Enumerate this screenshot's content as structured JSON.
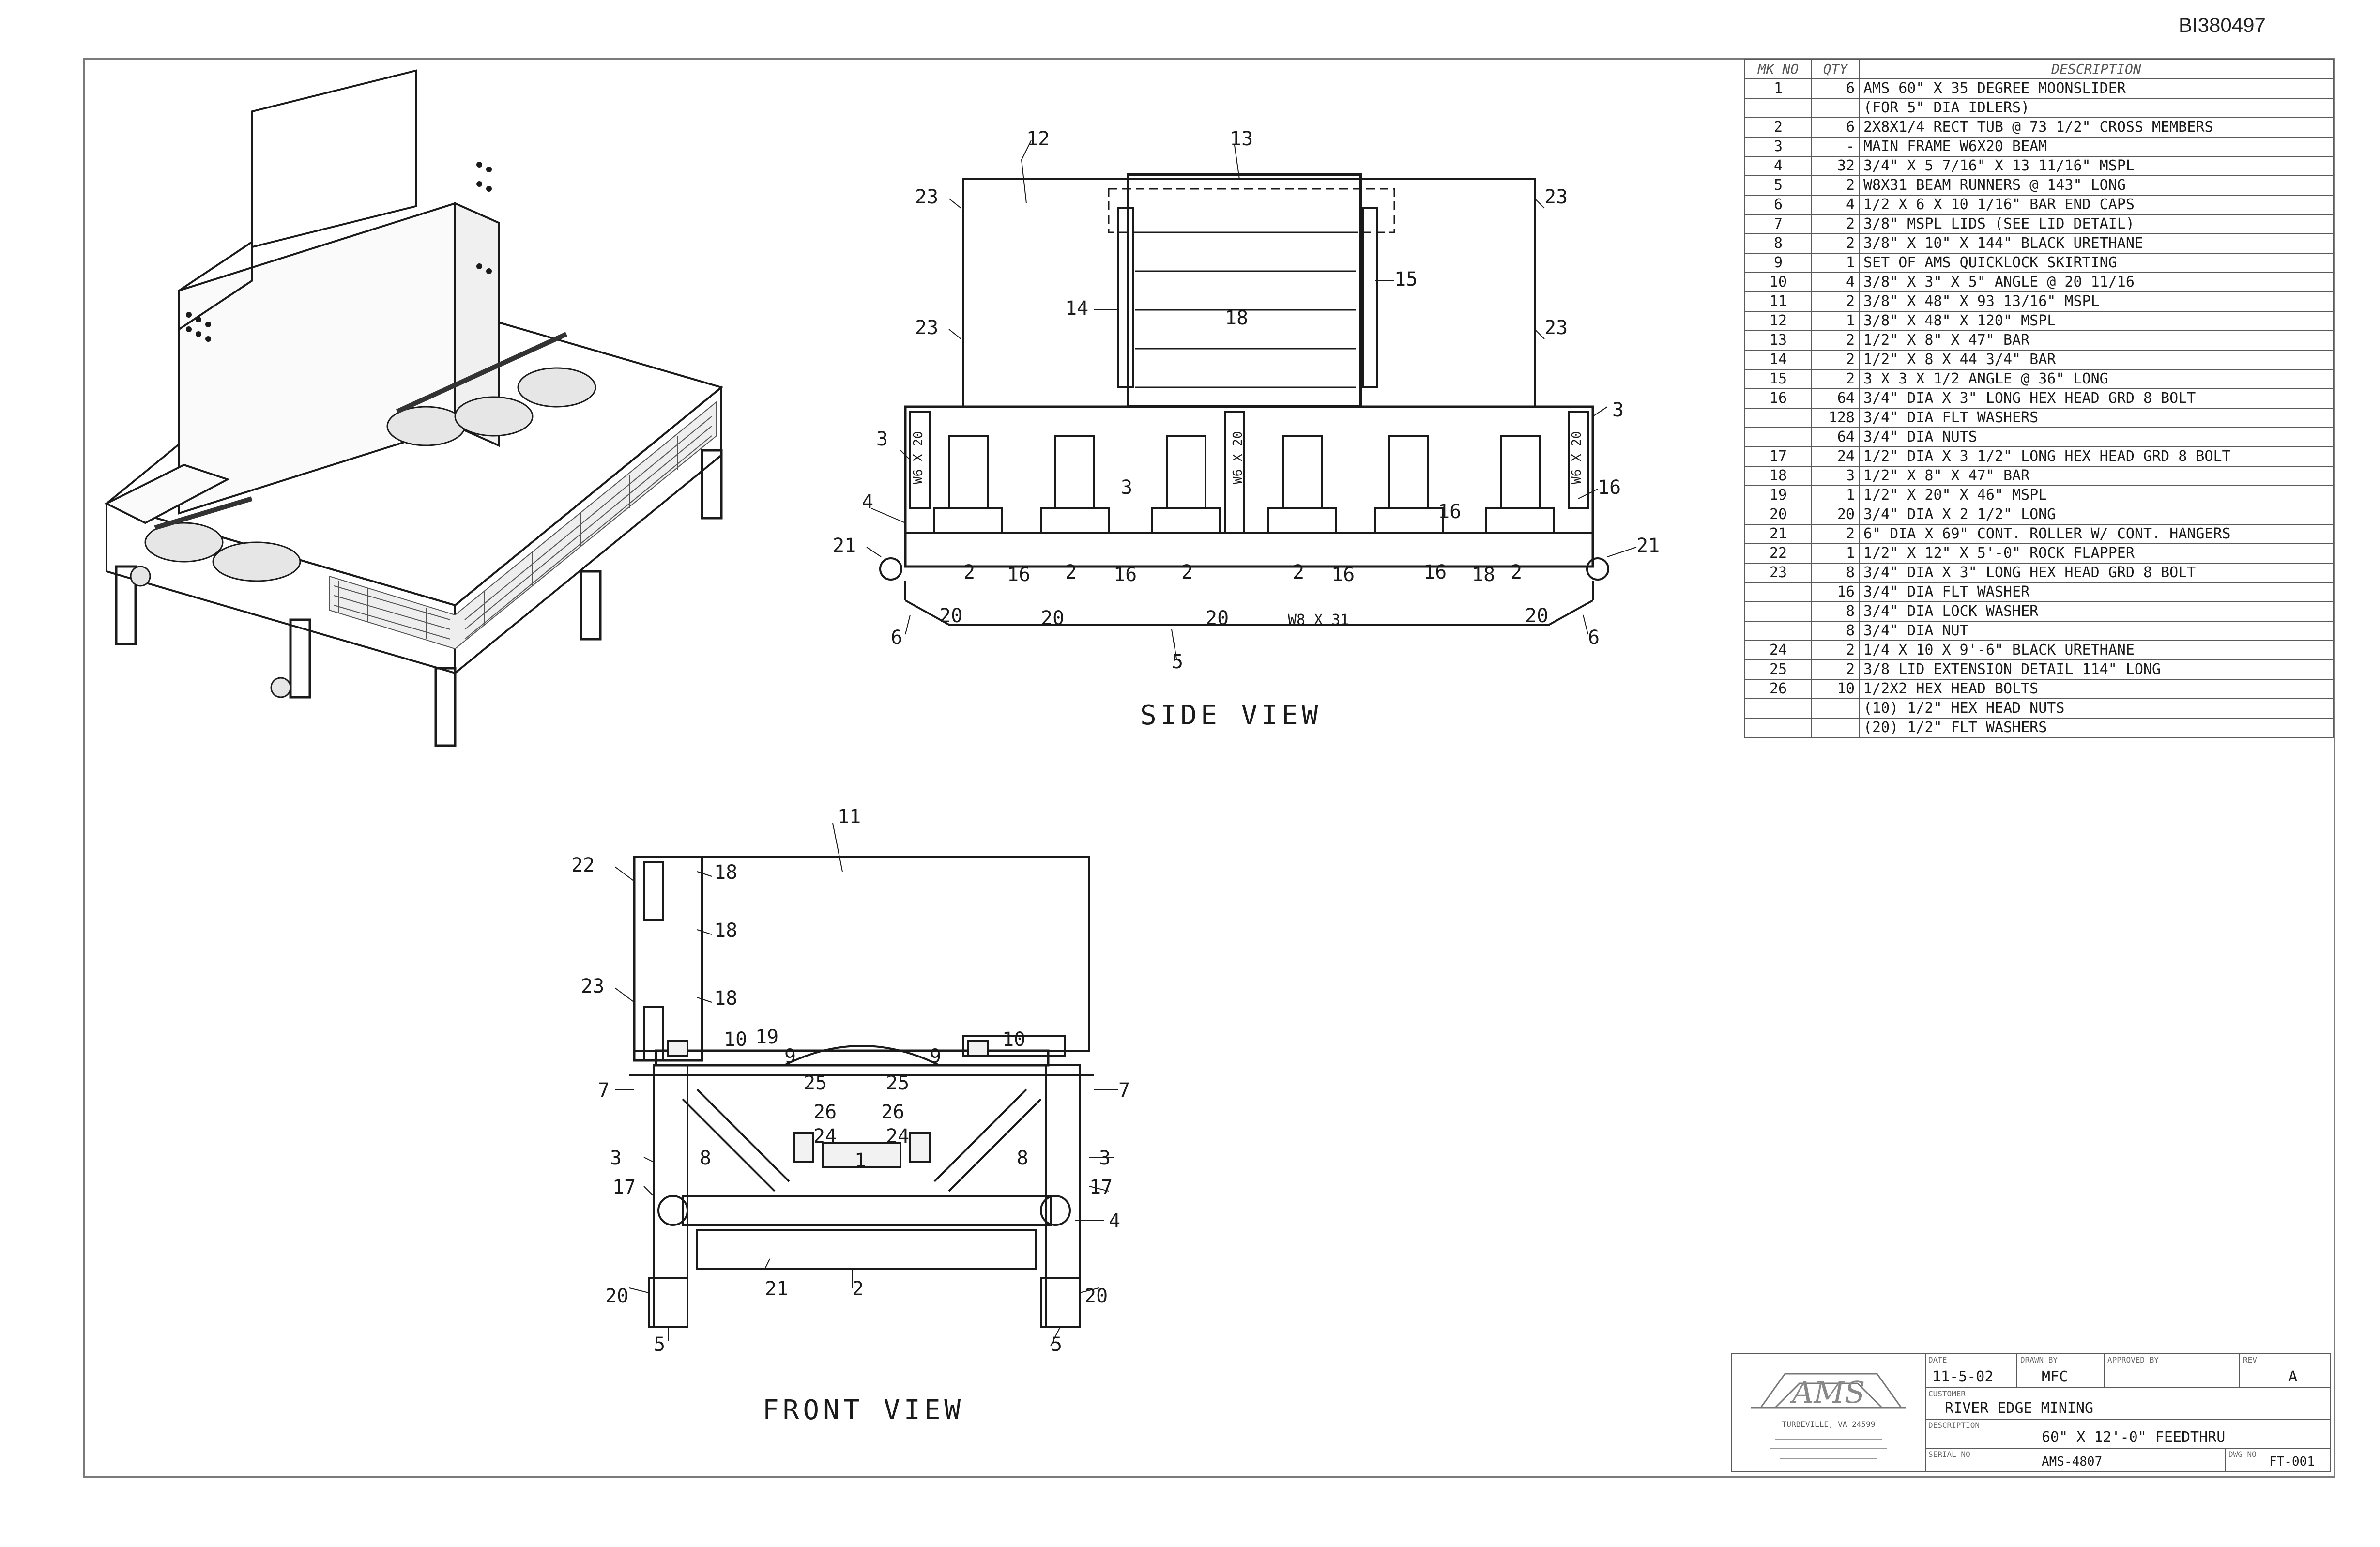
{
  "doc_id": "BI380497",
  "views": {
    "side_title": "SIDE VIEW",
    "front_title": "FRONT VIEW"
  },
  "side_view_callouts": [
    "12",
    "13",
    "23",
    "23",
    "23",
    "23",
    "14",
    "18",
    "15",
    "3",
    "3",
    "3",
    "4",
    "16",
    "16",
    "21",
    "21",
    "2",
    "16",
    "2",
    "16",
    "2",
    "16",
    "2",
    "16",
    "18",
    "2",
    "20",
    "20",
    "20",
    "20",
    "6",
    "6",
    "5",
    "W6 X 20",
    "W6 X 20",
    "W6 X 20",
    "W8 X 31"
  ],
  "front_view_callouts": [
    "11",
    "22",
    "18",
    "18",
    "18",
    "23",
    "7",
    "7",
    "10",
    "19",
    "9",
    "9",
    "10",
    "25",
    "25",
    "26",
    "26",
    "24",
    "24",
    "8",
    "8",
    "1",
    "3",
    "3",
    "17",
    "17",
    "4",
    "21",
    "2",
    "20",
    "20",
    "5",
    "5"
  ],
  "bom": {
    "headers": [
      "MK NO",
      "QTY",
      "DESCRIPTION"
    ],
    "rows": [
      [
        "1",
        "6",
        "AMS 60\" X 35 DEGREE MOONSLIDER"
      ],
      [
        "",
        "",
        "(FOR 5\" DIA IDLERS)"
      ],
      [
        "2",
        "6",
        "2X8X1/4 RECT TUB @ 73 1/2\" CROSS MEMBERS"
      ],
      [
        "3",
        "-",
        "MAIN FRAME W6X20 BEAM"
      ],
      [
        "4",
        "32",
        "3/4\" X 5 7/16\" X 13 11/16\" MSPL"
      ],
      [
        "5",
        "2",
        "W8X31 BEAM RUNNERS @ 143\" LONG"
      ],
      [
        "6",
        "4",
        "1/2 X 6 X 10 1/16\" BAR END CAPS"
      ],
      [
        "7",
        "2",
        "3/8\" MSPL LIDS (SEE LID DETAIL)"
      ],
      [
        "8",
        "2",
        "3/8\" X 10\" X 144\" BLACK URETHANE"
      ],
      [
        "9",
        "1",
        "SET OF AMS QUICKLOCK SKIRTING"
      ],
      [
        "10",
        "4",
        "3/8\" X 3\" X 5\" ANGLE @ 20 11/16"
      ],
      [
        "11",
        "2",
        "3/8\" X 48\" X 93 13/16\" MSPL"
      ],
      [
        "12",
        "1",
        "3/8\" X 48\" X 120\" MSPL"
      ],
      [
        "13",
        "2",
        "1/2\" X 8\" X 47\" BAR"
      ],
      [
        "14",
        "2",
        "1/2\" X 8 X 44 3/4\" BAR"
      ],
      [
        "15",
        "2",
        "3 X 3 X 1/2 ANGLE @ 36\" LONG"
      ],
      [
        "16",
        "64",
        "3/4\" DIA X 3\" LONG HEX HEAD GRD 8 BOLT"
      ],
      [
        "",
        "128",
        "3/4\" DIA FLT WASHERS"
      ],
      [
        "",
        "64",
        "3/4\" DIA NUTS"
      ],
      [
        "17",
        "24",
        "1/2\" DIA X 3 1/2\" LONG HEX HEAD GRD 8 BOLT"
      ],
      [
        "18",
        "3",
        "1/2\" X 8\" X 47\" BAR"
      ],
      [
        "19",
        "1",
        "1/2\" X 20\" X 46\" MSPL"
      ],
      [
        "20",
        "20",
        "3/4\" DIA X 2 1/2\" LONG"
      ],
      [
        "21",
        "2",
        "6\" DIA X 69\" CONT. ROLLER W/ CONT. HANGERS"
      ],
      [
        "22",
        "1",
        "1/2\" X 12\" X 5'-0\" ROCK FLAPPER"
      ],
      [
        "23",
        "8",
        "3/4\" DIA X 3\" LONG HEX HEAD GRD 8 BOLT"
      ],
      [
        "",
        "16",
        "3/4\" DIA FLT WASHER"
      ],
      [
        "",
        "8",
        "3/4\" DIA LOCK WASHER"
      ],
      [
        "",
        "8",
        "3/4\" DIA NUT"
      ],
      [
        "24",
        "2",
        "1/4 X 10 X 9'-6\" BLACK URETHANE"
      ],
      [
        "25",
        "2",
        "3/8 LID EXTENSION DETAIL 114\" LONG"
      ],
      [
        "26",
        "10",
        "1/2X2 HEX HEAD BOLTS"
      ],
      [
        "",
        "",
        "(10) 1/2\" HEX HEAD NUTS"
      ],
      [
        "",
        "",
        "(20) 1/2\" FLT WASHERS"
      ]
    ]
  },
  "title_block": {
    "logo_text": "AMS",
    "address": "TURBEVILLE, VA 24599",
    "date_caption": "DATE",
    "date": "11-5-02",
    "drawn_caption": "DRAWN BY",
    "drawn_by": "MFC",
    "approved_caption": "APPROVED BY",
    "rev_caption": "REV",
    "rev": "A",
    "customer_caption": "CUSTOMER",
    "customer": "RIVER EDGE MINING",
    "description_caption": "DESCRIPTION",
    "description": "60\" X 12'-0\" FEEDTHRU",
    "serial_caption": "SERIAL NO",
    "serial": "AMS-4807",
    "dwg_caption": "DWG NO",
    "dwg_no": "FT-001"
  }
}
